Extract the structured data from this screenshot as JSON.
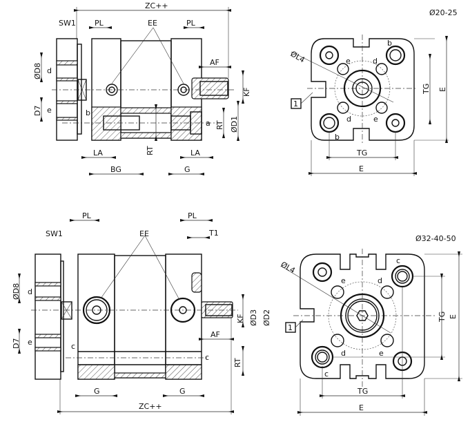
{
  "top_side_view": {
    "labels": [
      "ZC++",
      "SW1",
      "PL",
      "EE",
      "PL",
      "AF",
      "ØD8",
      "d",
      "KF",
      "D7",
      "e",
      "b",
      "a",
      "RT",
      "ØD1",
      "LA",
      "RT",
      "LA",
      "BG",
      "G"
    ]
  },
  "top_front_view": {
    "size_range": "Ø20-25",
    "labels": [
      "ØL4",
      "e",
      "d",
      "b",
      "1",
      "TG",
      "E",
      "d",
      "e",
      "b",
      "TG",
      "E"
    ]
  },
  "bottom_side_view": {
    "labels": [
      "PL",
      "SW1",
      "EE",
      "PL",
      "T1",
      "ØD8",
      "d",
      "KF",
      "ØD3",
      "ØD2",
      "AF",
      "D7",
      "e",
      "c",
      "c",
      "RT",
      "G",
      "G",
      "ZC++"
    ]
  },
  "bottom_front_view": {
    "size_range": "Ø32-40-50",
    "labels": [
      "ØL4",
      "c",
      "e",
      "d",
      "1",
      "TG",
      "E",
      "d",
      "e",
      "c",
      "TG",
      "E"
    ]
  }
}
